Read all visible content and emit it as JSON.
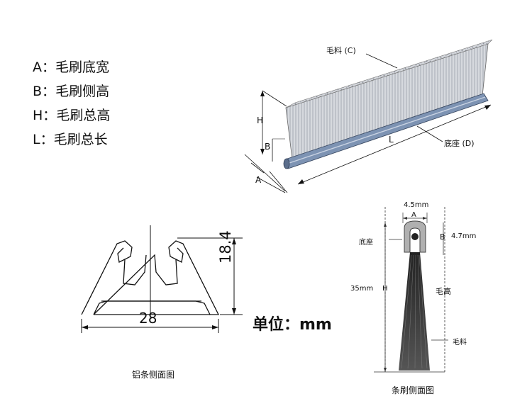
{
  "legend": [
    {
      "key": "A",
      "sep": "：",
      "desc": "毛刷底宽"
    },
    {
      "key": "B",
      "sep": "：",
      "desc": "毛刷侧高"
    },
    {
      "key": "H",
      "sep": "：",
      "desc": "毛刷总高"
    },
    {
      "key": "L",
      "sep": "：",
      "desc": "毛刷总长"
    }
  ],
  "iso": {
    "bristle_label": "毛料 (C)",
    "base_label": "底座 (D)",
    "h": "H",
    "b": "B",
    "a": "A",
    "l": "L"
  },
  "profile": {
    "width_value": "28",
    "height_value": "18.4",
    "unit_label": "单位：mm",
    "caption": "铝条侧面图"
  },
  "brush_side": {
    "a_width": "4.5mm",
    "a_letter": "A",
    "b_letter": "B",
    "b_value": "4.7mm",
    "base_label": "底座",
    "total_value": "35mm",
    "h_letter": "H",
    "height_label": "毛高",
    "bristle_label": "毛料",
    "caption": "条刷侧面图"
  },
  "colors": {
    "line": "#111111",
    "base_blue": "#7d93b3",
    "bristle_gray": "#c9ccd2",
    "holder_gray": "#b0b0b0"
  }
}
